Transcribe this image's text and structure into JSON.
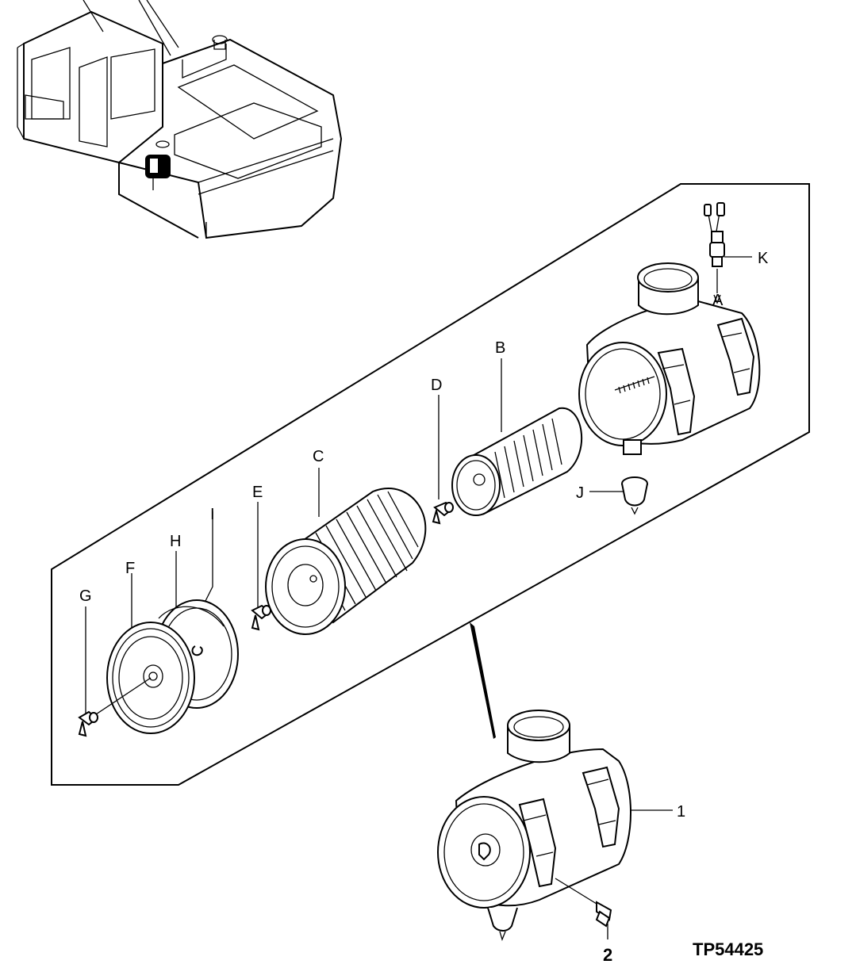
{
  "callouts": {
    "A": "A",
    "B": "B",
    "C": "C",
    "D": "D",
    "E": "E",
    "F": "F",
    "G": "G",
    "H": "H",
    "I": "I",
    "J": "J",
    "K": "K",
    "one": "1",
    "two": "2"
  },
  "figure_id": "TP54425"
}
